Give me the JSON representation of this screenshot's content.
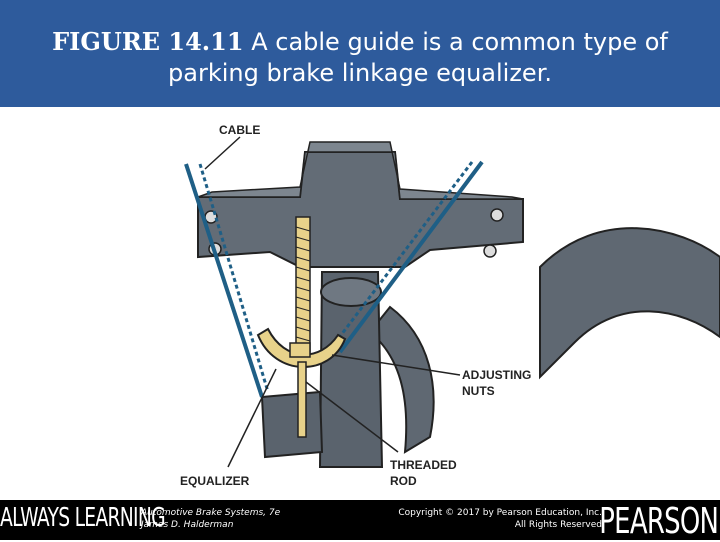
{
  "header": {
    "figure_label": "FIGURE 14.11",
    "caption_line1": "A cable guide is a common type of",
    "caption_line2": "parking brake linkage equalizer."
  },
  "diagram": {
    "label_cable": "CABLE",
    "label_adjusting_1": "ADJUSTING",
    "label_adjusting_2": "NUTS",
    "label_equalizer": "EQUALIZER",
    "label_threaded_1": "THREADED",
    "label_threaded_2": "ROD"
  },
  "footer": {
    "always_learning": "ALWAYS LEARNING",
    "book_line1": "Automotive Brake Systems, 7e",
    "book_line2": "James D. Halderman",
    "copyright_line1": "Copyright © 2017 by Pearson Education, Inc.",
    "copyright_line2": "All Rights Reserved",
    "brand": "PEARSON"
  },
  "colors": {
    "header_bg": "#2e5b9c",
    "cable": "#1f5f86",
    "metal": "#5f6872",
    "brass": "#e8d28a"
  }
}
